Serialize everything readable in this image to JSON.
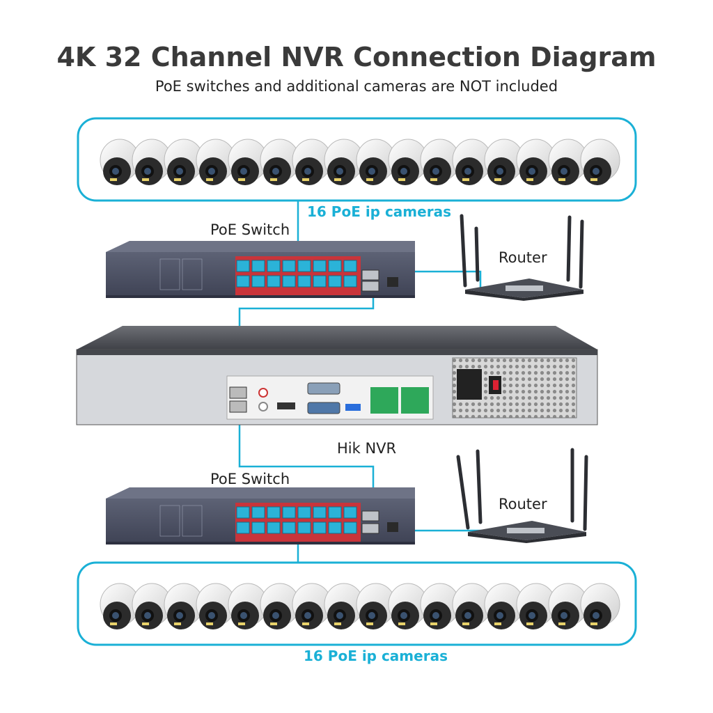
{
  "header": {
    "title": "4K 32 Channel NVR Connection Diagram",
    "subtitle": "PoE switches and additional cameras are NOT included"
  },
  "camera_group_top": {
    "label": "16 PoE ip cameras",
    "count": 16
  },
  "camera_group_bottom": {
    "label": "16 PoE ip cameras",
    "count": 16
  },
  "switch_top": {
    "label": "PoE Switch"
  },
  "switch_bottom": {
    "label": "PoE Switch"
  },
  "router_top": {
    "label": "Router"
  },
  "router_bottom": {
    "label": "Router"
  },
  "nvr": {
    "label": "Hik NVR"
  },
  "colors": {
    "accent": "#1ab0d6",
    "text": "#222222",
    "title": "#3a3a3a"
  }
}
